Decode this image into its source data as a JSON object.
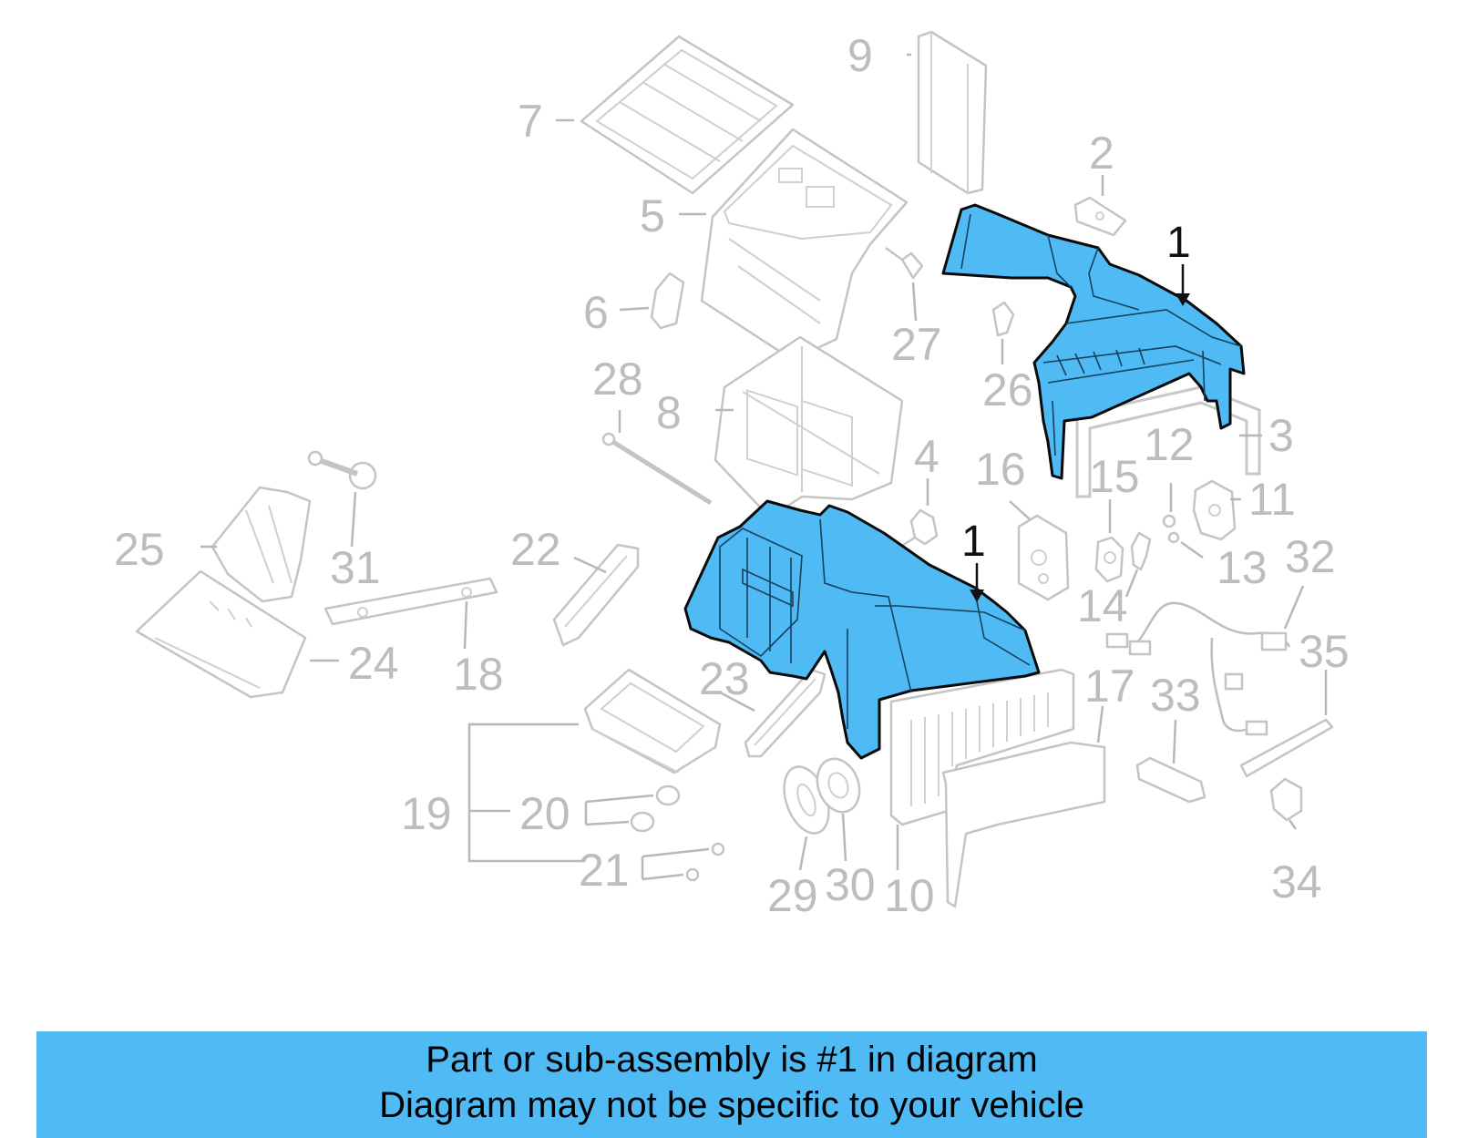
{
  "colors": {
    "highlight": "#4fbaf4",
    "banner": "#4fbaf4",
    "callout_gray": "#bdbdbd",
    "outline_dark": "#0a0a0a"
  },
  "callouts": {
    "c1a": "1",
    "c1b": "1",
    "c2": "2",
    "c3": "3",
    "c4": "4",
    "c5": "5",
    "c6": "6",
    "c7": "7",
    "c8": "8",
    "c9": "9",
    "c10": "10",
    "c11": "11",
    "c12": "12",
    "c13": "13",
    "c14": "14",
    "c15": "15",
    "c16": "16",
    "c17": "17",
    "c18": "18",
    "c19": "19",
    "c20": "20",
    "c21": "21",
    "c22": "22",
    "c23": "23",
    "c24": "24",
    "c25": "25",
    "c26": "26",
    "c27": "27",
    "c28": "28",
    "c29": "29",
    "c30": "30",
    "c31": "31",
    "c32": "32",
    "c33": "33",
    "c34": "34",
    "c35": "35"
  },
  "caption": {
    "line1": "Part or sub-assembly is #1 in diagram",
    "line2": "Diagram may not be specific to your vehicle"
  }
}
